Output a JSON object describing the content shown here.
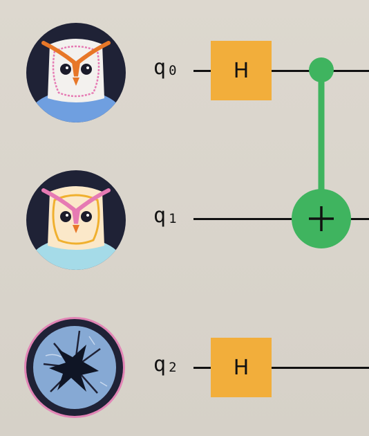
{
  "qubits": [
    {
      "label": "q",
      "index": "0",
      "avatar": "owl-white-icon"
    },
    {
      "label": "q",
      "index": "1",
      "avatar": "owl-cream-icon"
    },
    {
      "label": "q",
      "index": "2",
      "avatar": "broken-orb-icon"
    }
  ],
  "gates": {
    "q0_gate": "H",
    "q2_gate": "H"
  },
  "colors": {
    "background": "#dcd7ce",
    "gate_fill": "#f2ae3b",
    "cnot_green": "#3fb45f",
    "wire": "#111111",
    "avatar_ring": "#1f2236"
  },
  "controlled_gate": {
    "type": "CNOT",
    "control": "q0",
    "target": "q1",
    "icon": "plus-icon"
  }
}
